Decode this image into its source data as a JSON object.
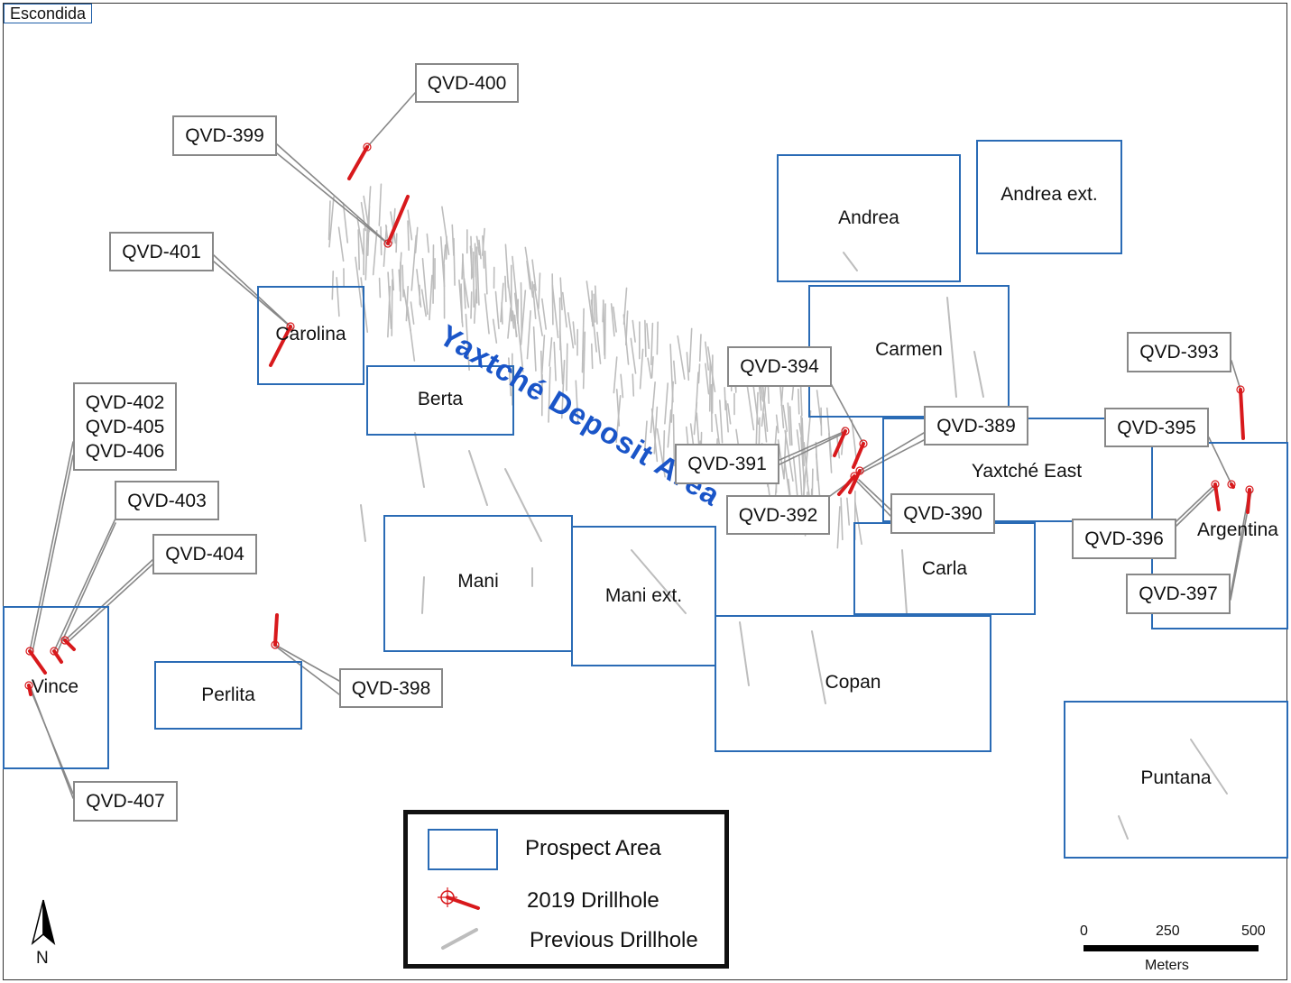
{
  "map_title": "Escondida",
  "deposit_area_label": "Yaxtché Deposit Area",
  "prospects": [
    {
      "name": "Andrea"
    },
    {
      "name": "Andrea ext."
    },
    {
      "name": "Carmen"
    },
    {
      "name": "Carolina"
    },
    {
      "name": "Berta"
    },
    {
      "name": "Yaxtché East"
    },
    {
      "name": "Argentina"
    },
    {
      "name": "Mani"
    },
    {
      "name": "Mani ext."
    },
    {
      "name": "Carla"
    },
    {
      "name": "Copan"
    },
    {
      "name": "Vince"
    },
    {
      "name": "Perlita"
    },
    {
      "name": "Puntana"
    }
  ],
  "drillhole_labels": [
    "QVD-400",
    "QVD-399",
    "QVD-401",
    "QVD-402",
    "QVD-405",
    "QVD-406",
    "QVD-403",
    "QVD-404",
    "QVD-398",
    "QVD-407",
    "QVD-394",
    "QVD-391",
    "QVD-392",
    "QVD-389",
    "QVD-390",
    "QVD-393",
    "QVD-395",
    "QVD-396",
    "QVD-397"
  ],
  "legend": {
    "prospect_area": "Prospect Area",
    "drillhole_2019": "2019 Drillhole",
    "previous_drillhole": "Previous Drillhole"
  },
  "scale": {
    "ticks": [
      "0",
      "250",
      "500"
    ],
    "unit": "Meters"
  },
  "north_arrow": "N",
  "colors": {
    "prospect_border": "#2a6bb5",
    "drillhole_2019": "#d8191c",
    "previous_drillhole": "#bdbdbd",
    "deposit_label": "#1a55c8",
    "callout_border": "#888888"
  }
}
